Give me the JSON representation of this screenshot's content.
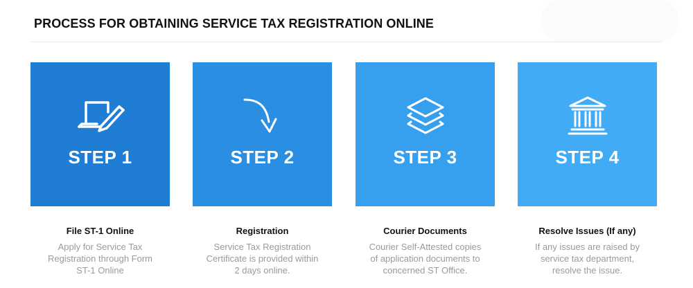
{
  "title": "PROCESS FOR OBTAINING SERVICE TAX REGISTRATION ONLINE",
  "colors": {
    "step1": "#1f7dd4",
    "step2": "#2a8fe2",
    "step3": "#36a0ee",
    "step4": "#42abf5",
    "icon_stroke": "#ffffff"
  },
  "steps": [
    {
      "label": "STEP 1",
      "icon": "laptop-pen-icon",
      "heading": "File ST-1 Online",
      "desc_lines": [
        "Apply for Service Tax",
        "Registration through Form",
        "ST-1 Online"
      ]
    },
    {
      "label": "STEP 2",
      "icon": "curved-arrow-down-icon",
      "heading": "Registration",
      "desc_lines": [
        "Service Tax Registration",
        "Certificate is provided within",
        "2 days online."
      ]
    },
    {
      "label": "STEP 3",
      "icon": "layers-icon",
      "heading": "Courier Documents",
      "desc_lines": [
        "Courier Self-Attested copies",
        "of application documents to",
        "concerned ST Office."
      ]
    },
    {
      "label": "STEP 4",
      "icon": "bank-building-icon",
      "heading": "Resolve Issues (If any)",
      "desc_lines": [
        "If any issues are raised by",
        "service tax department,",
        "resolve the issue."
      ]
    }
  ]
}
